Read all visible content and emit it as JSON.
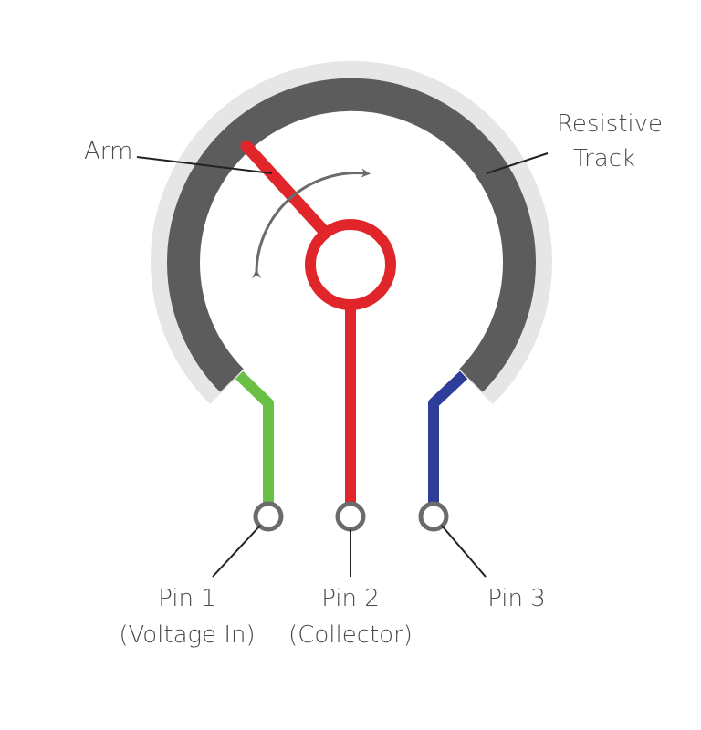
{
  "labels": {
    "arm": "Arm",
    "track_line1": "Resistive",
    "track_line2": "Track",
    "pin1_line1": "Pin 1",
    "pin1_line2": "(Voltage In)",
    "pin2_line1": "Pin 2",
    "pin2_line2": "(Collector)",
    "pin3_line1": "Pin 3"
  },
  "colors": {
    "track": "#5c5c5c",
    "track_halo": "#e6e6e6",
    "arm": "#e0262b",
    "pin1": "#6abf45",
    "pin3": "#2f3d9a",
    "pin_ring": "#6b6b6b",
    "leader": "#222222",
    "arrow": "#6b6b6b",
    "text": "#4a4a4a"
  }
}
